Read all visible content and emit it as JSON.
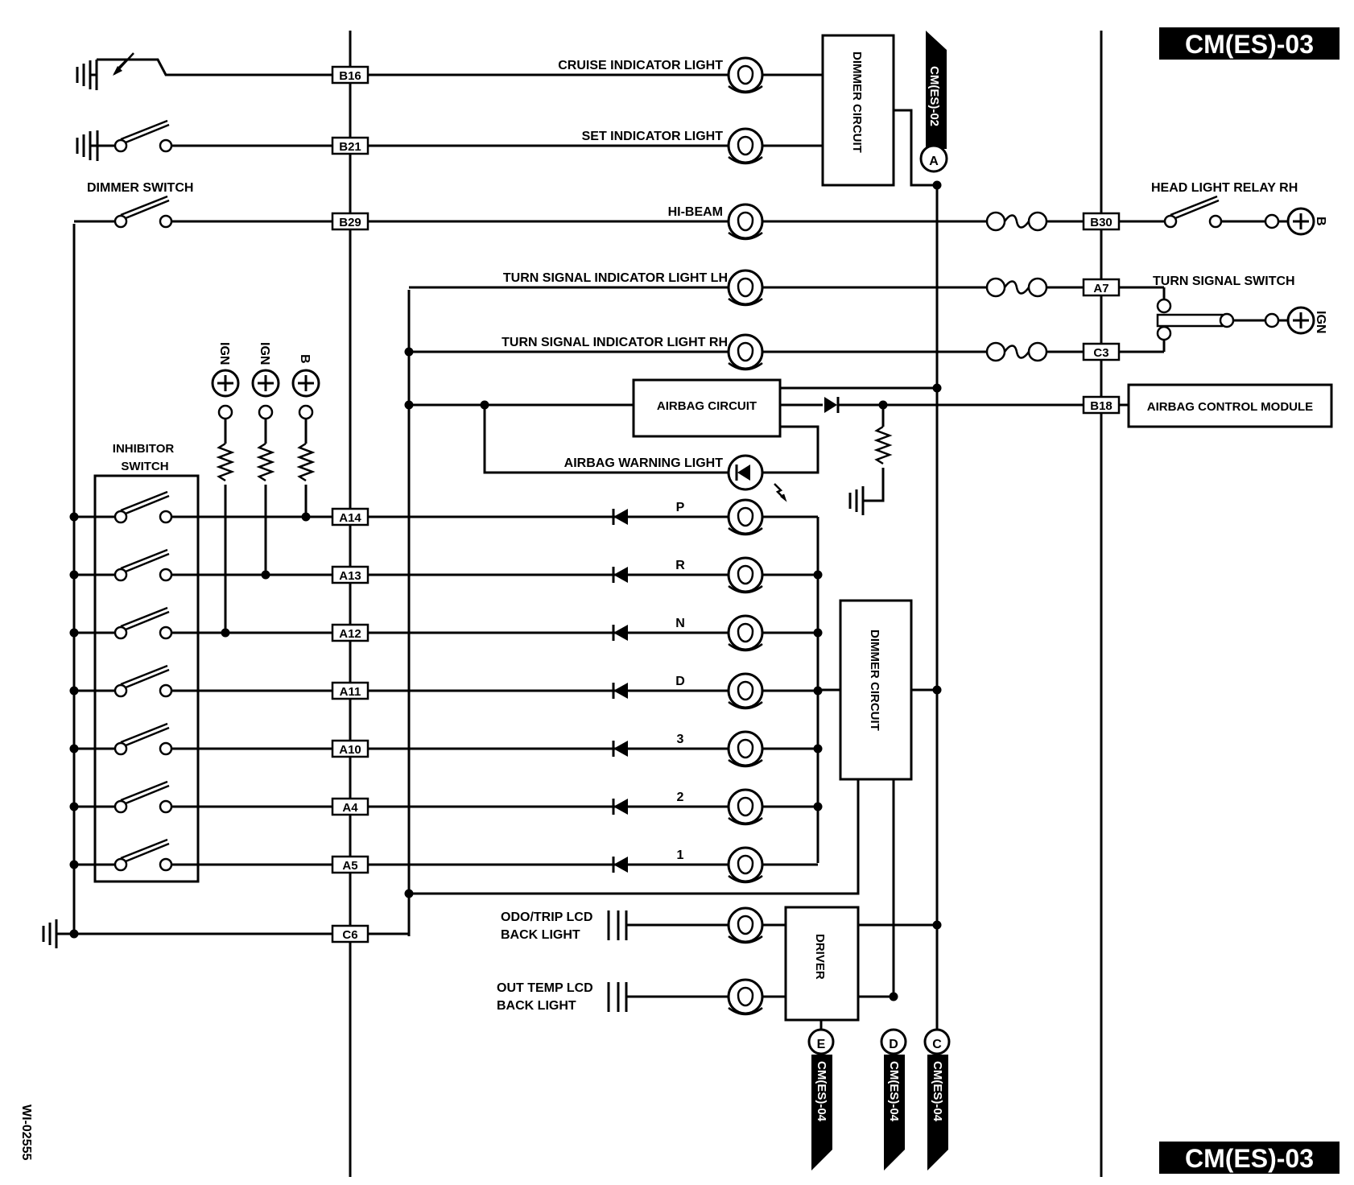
{
  "badges": {
    "top": "CM(ES)-03",
    "bottom": "CM(ES)-03"
  },
  "figure_id": "WI-02555",
  "connectors": {
    "B16": "B16",
    "B21": "B21",
    "B29": "B29",
    "A14": "A14",
    "A13": "A13",
    "A12": "A12",
    "A11": "A11",
    "A10": "A10",
    "A4": "A4",
    "A5": "A5",
    "C6": "C6",
    "B30": "B30",
    "A7": "A7",
    "C3": "C3",
    "B18": "B18"
  },
  "labels": {
    "cruise": "CRUISE INDICATOR LIGHT",
    "set": "SET INDICATOR LIGHT",
    "dimmer_switch": "DIMMER SWITCH",
    "hibeam": "HI-BEAM",
    "turn_lh": "TURN SIGNAL INDICATOR LIGHT LH",
    "turn_rh": "TURN SIGNAL INDICATOR LIGHT RH",
    "airbag_circuit": "AIRBAG CIRCUIT",
    "airbag_warning": "AIRBAG WARNING LIGHT",
    "inhibitor_1": "INHIBITOR",
    "inhibitor_2": "SWITCH",
    "dimmer_circuit_top": "DIMMER CIRCUIT",
    "dimmer_circuit_mid": "DIMMER CIRCUIT",
    "driver": "DRIVER",
    "head_light_relay": "HEAD LIGHT RELAY RH",
    "turn_signal_switch": "TURN SIGNAL SWITCH",
    "airbag_module": "AIRBAG CONTROL MODULE",
    "odo_1": "ODO/TRIP LCD",
    "odo_2": "BACK LIGHT",
    "out_1": "OUT TEMP LCD",
    "out_2": "BACK LIGHT",
    "gear_p": "P",
    "gear_r": "R",
    "gear_n": "N",
    "gear_d": "D",
    "gear_3": "3",
    "gear_2": "2",
    "gear_1": "1"
  },
  "power": {
    "ign1": "IGN",
    "ign2": "IGN",
    "b1": "B",
    "b_right": "B",
    "ign_right": "IGN"
  },
  "refs": {
    "A": {
      "letter": "A",
      "page": "CM(ES)-02"
    },
    "E": {
      "letter": "E",
      "page": "CM(ES)-04"
    },
    "D": {
      "letter": "D",
      "page": "CM(ES)-04"
    },
    "C": {
      "letter": "C",
      "page": "CM(ES)-04"
    }
  }
}
